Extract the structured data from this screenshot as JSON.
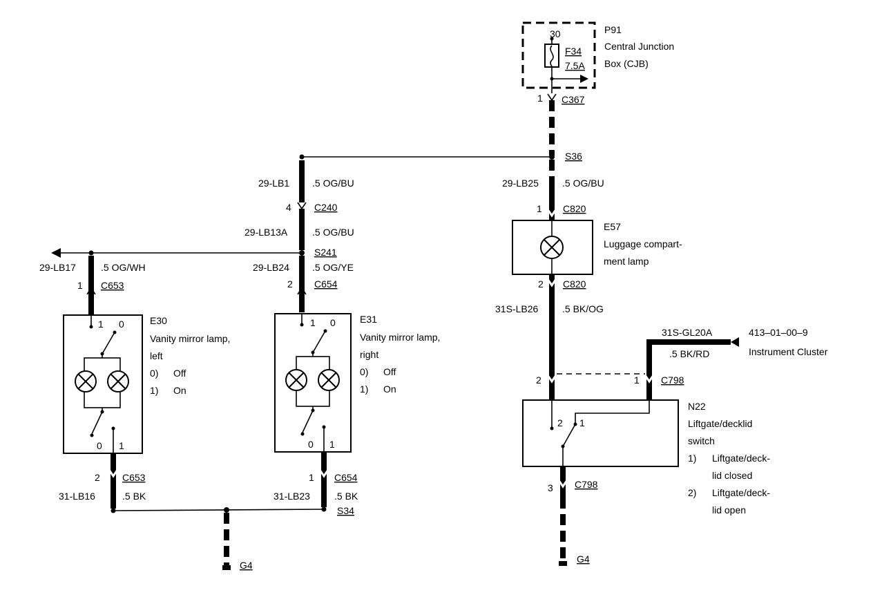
{
  "cjb": {
    "ref": "P91",
    "name_line1": "Central Junction",
    "name_line2": "Box (CJB)",
    "fuse_pin": "30",
    "fuse_id": "F34",
    "fuse_rating": "7.5A",
    "connector_pin": "1",
    "connector": "C367"
  },
  "splices": {
    "s36": "S36",
    "s241": "S241",
    "s34": "S34"
  },
  "wires": {
    "lb1": "29-LB1",
    "lb1_spec": ".5 OG/BU",
    "lb13a": "29-LB13A",
    "lb13a_spec": ".5 OG/BU",
    "lb17": "29-LB17",
    "lb17_spec": ".5 OG/WH",
    "lb24": "29-LB24",
    "lb24_spec": ".5 OG/YE",
    "lb25": "29-LB25",
    "lb25_spec": ".5 OG/BU",
    "lb26": "31S-LB26",
    "lb26_spec": ".5 BK/OG",
    "gl20a": "31S-GL20A",
    "gl20a_spec": ".5 BK/RD",
    "lb16": "31-LB16",
    "lb16_spec": ".5 BK",
    "lb23": "31-LB23",
    "lb23_spec": ".5 BK"
  },
  "connectors": {
    "c240_pin": "4",
    "c240": "C240",
    "c653_top_pin": "1",
    "c653_top": "C653",
    "c654_top_pin": "2",
    "c654_top": "C654",
    "c820_top_pin": "1",
    "c820_top": "C820",
    "c820_bot_pin": "2",
    "c820_bot": "C820",
    "c798_pin2": "2",
    "c798_pin1": "1",
    "c798": "C798",
    "c653_bot_pin": "2",
    "c653_bot": "C653",
    "c654_bot_pin": "1",
    "c654_bot": "C654",
    "c798_bot_pin": "3",
    "c798_bot": "C798"
  },
  "e30": {
    "ref": "E30",
    "line1": "Vanity mirror lamp,",
    "line2": "left",
    "state0_key": "0)",
    "state0": "Off",
    "state1_key": "1)",
    "state1": "On",
    "pin_top_1": "1",
    "pin_top_0": "0",
    "pin_bot_0": "0",
    "pin_bot_1": "1"
  },
  "e31": {
    "ref": "E31",
    "line1": "Vanity mirror lamp,",
    "line2": "right",
    "state0_key": "0)",
    "state0": "Off",
    "state1_key": "1)",
    "state1": "On",
    "pin_top_1": "1",
    "pin_top_0": "0",
    "pin_bot_0": "0",
    "pin_bot_1": "1"
  },
  "e57": {
    "ref": "E57",
    "line1": "Luggage compart-",
    "line2": "ment lamp"
  },
  "n22": {
    "ref": "N22",
    "line1": "Liftgate/decklid",
    "line2": "switch",
    "s1_key": "1)",
    "s1_line1": "Liftgate/deck-",
    "s1_line2": "lid closed",
    "s2_key": "2)",
    "s2_line1": "Liftgate/deck-",
    "s2_line2": "lid open",
    "pin2": "2",
    "pin1": "1"
  },
  "instrument": {
    "ref": "413–01–00–9",
    "name": "Instrument Cluster"
  },
  "grounds": {
    "left": "G4",
    "right": "G4"
  }
}
